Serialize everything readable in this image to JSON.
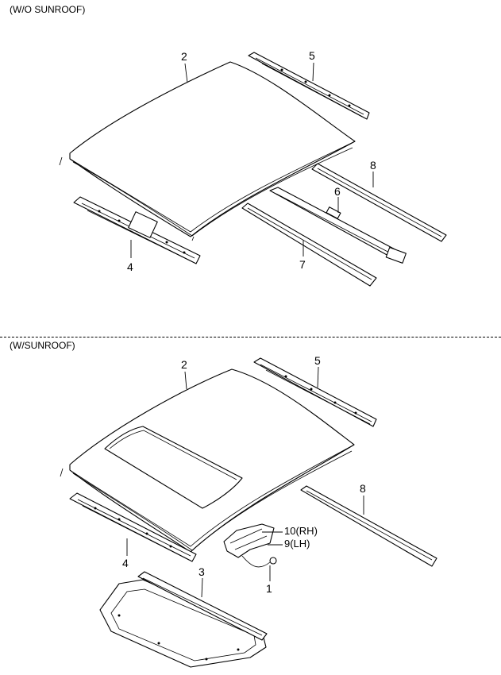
{
  "sections": [
    {
      "title": "(W/O SUNROOF)",
      "callouts": [
        "2",
        "5",
        "8",
        "6",
        "4",
        "7"
      ]
    },
    {
      "title": "(W/SUNROOF)",
      "callouts": [
        "2",
        "5",
        "8",
        "10(RH)",
        "9(LH)",
        "4",
        "3",
        "1"
      ]
    }
  ]
}
